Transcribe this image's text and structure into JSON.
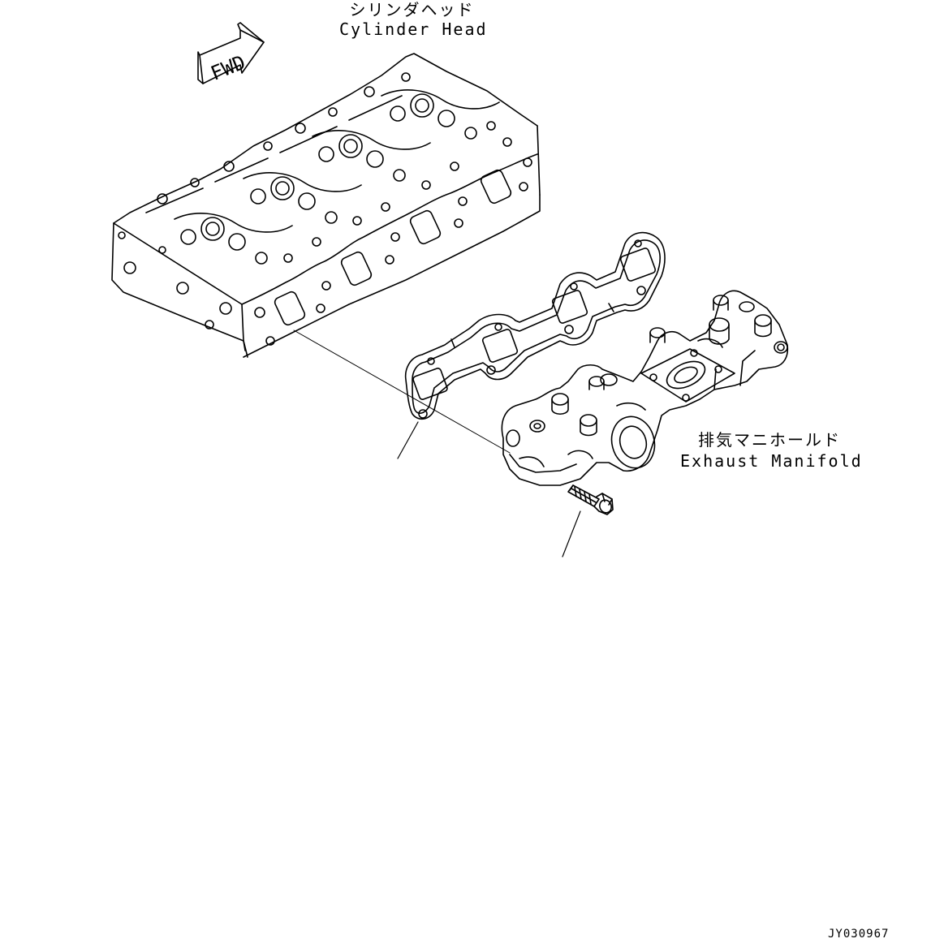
{
  "labels": {
    "cylinder_head": {
      "ja": "シリンダヘッド",
      "en": "Cylinder Head"
    },
    "exhaust_manifold": {
      "ja": "排気マニホールド",
      "en": "Exhaust Manifold"
    },
    "fwd": "FWD"
  },
  "figure_code": "JY030967"
}
